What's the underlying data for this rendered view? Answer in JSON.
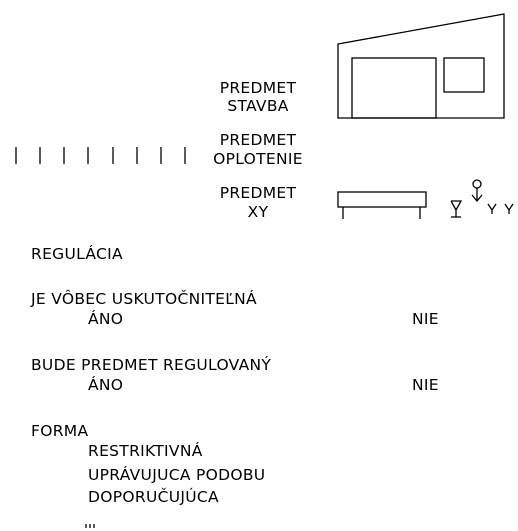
{
  "legend": {
    "stavba": [
      "PREDMET",
      "STAVBA"
    ],
    "oplotenie": [
      "PREDMET",
      "OPLOTENIE"
    ],
    "xy": [
      "PREDMET",
      "XY"
    ]
  },
  "regulacia": {
    "title": "REGULÁCIA",
    "q1": {
      "question": "JE VÔBEC USKUTOČNITEĽNÁ",
      "yes": "ÁNO",
      "no": "NIE"
    },
    "q2": {
      "question": "BUDE PREDMET REGULOVANÝ",
      "yes": "ÁNO",
      "no": "NIE"
    },
    "forma": {
      "title": "FORMA",
      "options": [
        "RESTRIKTIVNÁ",
        "UPRÁVUJUCA PODOBU",
        "DOPORUČUJÚCA"
      ]
    }
  }
}
